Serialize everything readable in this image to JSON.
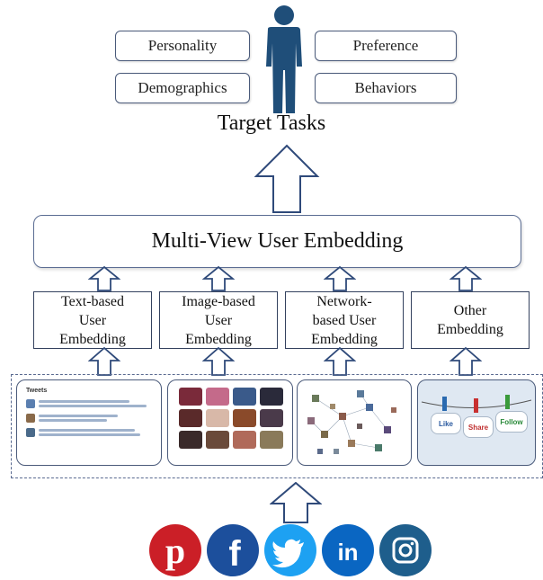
{
  "traits": {
    "personality": "Personality",
    "preference": "Preference",
    "demographics": "Demographics",
    "behaviors": "Behaviors"
  },
  "target_tasks": "Target Tasks",
  "multi_view": "Multi-View User Embedding",
  "embeddings": {
    "text": "Text-based\nUser\nEmbedding",
    "image": "Image-based\nUser\nEmbedding",
    "network": "Network-\nbased  User\nEmbedding",
    "other": "Other\nEmbedding"
  },
  "panels": {
    "tweets_header": "Tweets",
    "like": "Like",
    "share": "Share",
    "follow": "Follow"
  },
  "social_icons": [
    "pinterest-icon",
    "facebook-icon",
    "twitter-icon",
    "linkedin-icon",
    "instagram-icon"
  ],
  "colors": {
    "arrow_stroke": "#2f4a7a",
    "pinterest": "#cb1f27",
    "facebook": "#1c4f9c",
    "twitter": "#1da1f2",
    "linkedin": "#0a66c2",
    "instagram": "#1e5e8c",
    "person": "#1f4e79"
  }
}
